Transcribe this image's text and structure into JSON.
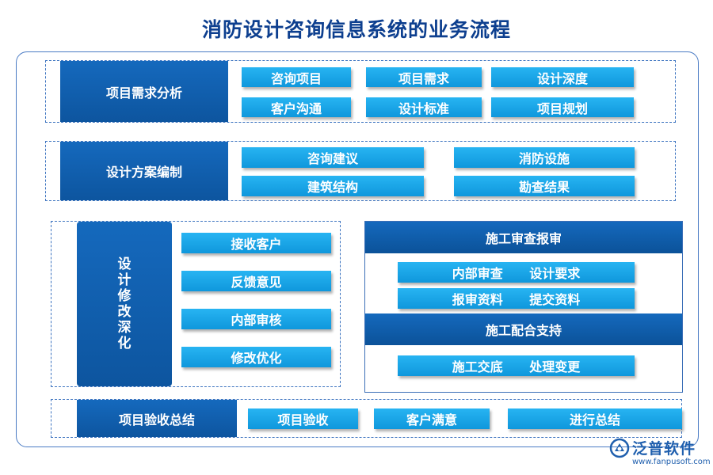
{
  "title": "消防设计咨询信息系统的业务流程",
  "section1": {
    "header": "项目需求分析",
    "items": [
      "咨询项目",
      "项目需求",
      "设计深度",
      "客户沟通",
      "设计标准",
      "项目规划"
    ]
  },
  "section2": {
    "header": "设计方案编制",
    "items": [
      "咨询建议",
      "消防设施",
      "建筑结构",
      "勘查结果"
    ]
  },
  "section3": {
    "header": "设计修改深化",
    "items": [
      "接收客户",
      "反馈意见",
      "内部审核",
      "修改优化"
    ]
  },
  "section4": {
    "header": "施工审查报审",
    "rows": [
      "内部审查      设计要求",
      "报审资料      提交资料"
    ],
    "sub_header": "施工配合支持",
    "sub_rows": [
      "施工交底      处理变更"
    ]
  },
  "section5": {
    "header": "项目验收总结",
    "items": [
      "项目验收",
      "客户满意",
      "进行总结"
    ]
  },
  "logo": {
    "name": "泛普软件",
    "url": "www.fanpusoft.com",
    "icon": "fanpu-logo-icon"
  },
  "colors": {
    "dark_blue": "#0d559f",
    "light_blue": "#1ba6e8",
    "title": "#0d3f8f"
  }
}
